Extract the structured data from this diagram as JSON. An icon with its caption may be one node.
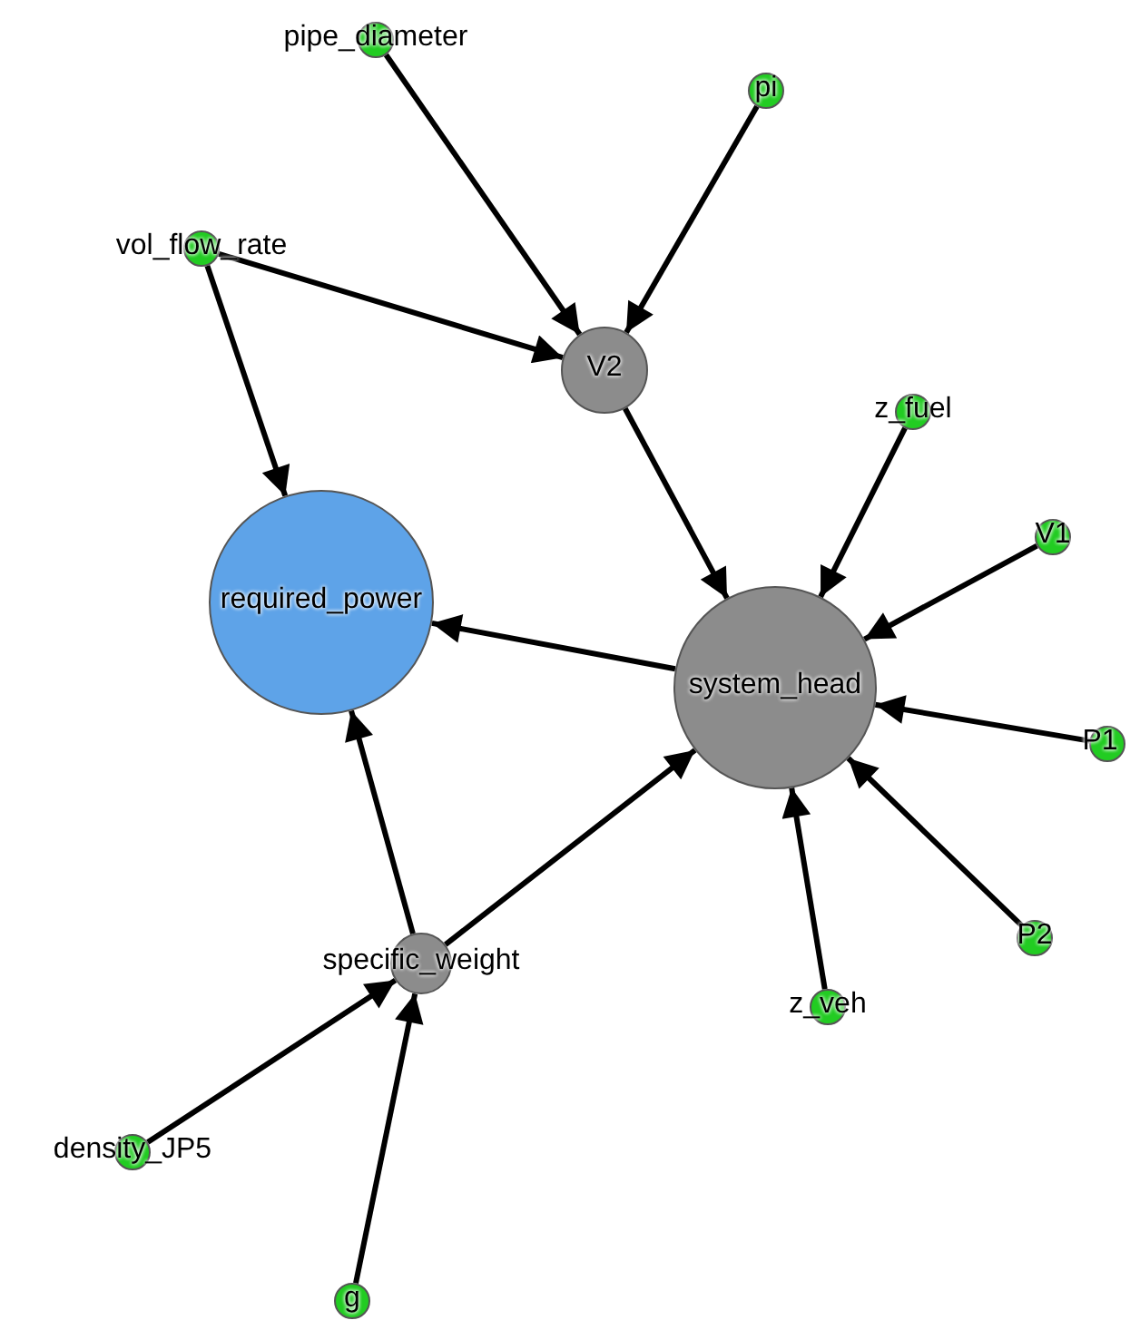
{
  "diagram": {
    "nodes": [
      {
        "text": [
          "pipe_diameter"
        ]
      },
      {
        "text": [
          "pi"
        ]
      },
      {
        "text": [
          "vol_flow_rate"
        ]
      },
      {
        "text": [
          "V2"
        ]
      },
      {
        "text": [
          "z_fuel"
        ]
      },
      {
        "text": [
          "required_power"
        ]
      },
      {
        "text": [
          "V1"
        ]
      },
      {
        "text": [
          "system_head"
        ]
      },
      {
        "text": [
          "P1"
        ]
      },
      {
        "text": [
          "P2"
        ]
      },
      {
        "text": [
          "specific_weight"
        ]
      },
      {
        "text": [
          "z_veh"
        ]
      },
      {
        "text": [
          "density_JP5"
        ]
      },
      {
        "text": [
          "g"
        ]
      }
    ],
    "edges": [
      {
        "from": 0,
        "to": 3,
        "arrow": "to"
      },
      {
        "from": 1,
        "to": 3,
        "arrow": "to"
      },
      {
        "from": 2,
        "to": 3,
        "arrow": "to"
      },
      {
        "from": 2,
        "to": 5,
        "arrow": "to"
      },
      {
        "from": 3,
        "to": 7,
        "arrow": "to"
      },
      {
        "from": 4,
        "to": 7,
        "arrow": "to"
      },
      {
        "from": 6,
        "to": 7,
        "arrow": "to"
      },
      {
        "from": 8,
        "to": 7,
        "arrow": "to"
      },
      {
        "from": 9,
        "to": 7,
        "arrow": "to"
      },
      {
        "from": 11,
        "to": 7,
        "arrow": "to"
      },
      {
        "from": 7,
        "to": 5,
        "arrow": "to"
      },
      {
        "from": 10,
        "to": 5,
        "arrow": "to"
      },
      {
        "from": 10,
        "to": 7,
        "arrow": "to"
      },
      {
        "from": 12,
        "to": 10,
        "arrow": "to"
      },
      {
        "from": 13,
        "to": 10,
        "arrow": "to"
      }
    ]
  }
}
